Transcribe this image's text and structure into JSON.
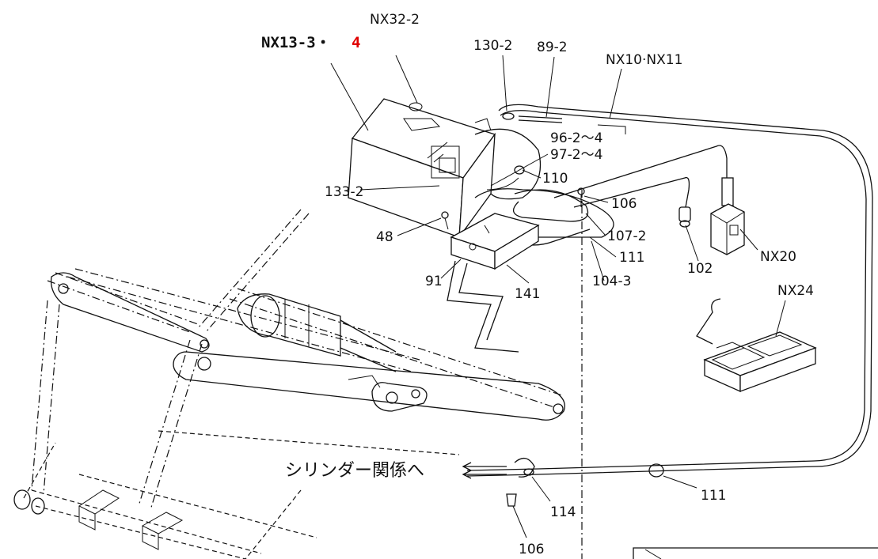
{
  "labels": {
    "nx13": "NX13-3・",
    "nx13_red": "4",
    "nx32": "NX32-2",
    "p130": "130-2",
    "p89": "89-2",
    "nx10": "NX10·NX11",
    "p96": "96-2～4",
    "p97": "97-2～4",
    "p110": "110",
    "p133": "133-2",
    "p106a": "106",
    "p48": "48",
    "p107": "107-2",
    "p111a": "111",
    "p102": "102",
    "nx20": "NX20",
    "p91": "91",
    "p141": "141",
    "p104": "104-3",
    "nx24": "NX24",
    "jp_to_cylinder": "シリンダー関係へ",
    "p111b": "111",
    "p114": "114",
    "p106b": "106"
  },
  "colors": {
    "line": "#111111",
    "highlight": "#e00000",
    "background": "#ffffff"
  }
}
